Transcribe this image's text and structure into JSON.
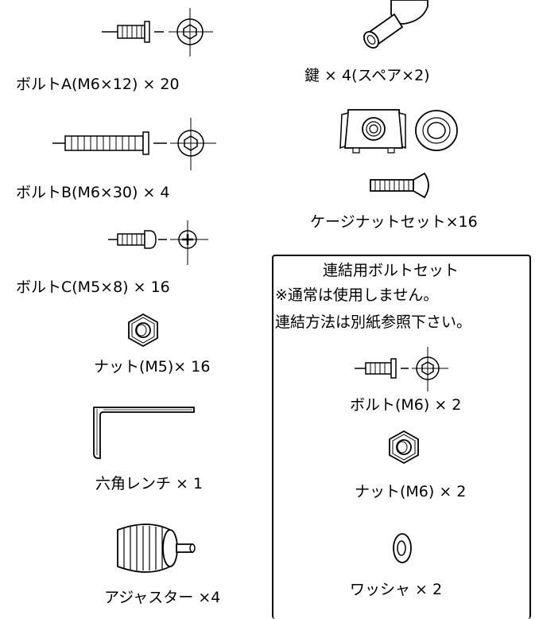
{
  "parts_left": [
    {
      "id": "bolt-a",
      "label": "ボルトA(M6×12) × 20"
    },
    {
      "id": "bolt-b",
      "label": "ボルトB(M6×30) × 4"
    },
    {
      "id": "bolt-c",
      "label": "ボルトC(M5×8) × 16"
    },
    {
      "id": "nut-m5",
      "label": "ナット(M5)× 16"
    },
    {
      "id": "hex-wrench",
      "label": "六角レンチ × 1"
    },
    {
      "id": "adjuster",
      "label": "アジャスター ×4"
    }
  ],
  "parts_right": [
    {
      "id": "key",
      "label": "鍵 × 4(スペア×2)"
    },
    {
      "id": "cage-nut-set",
      "label": "ケージナットセット×16"
    }
  ],
  "connect_box": {
    "title": "連結用ボルトセット",
    "note1": "※通常は使用しません。",
    "note2": "連結方法は別紙参照下さい。",
    "items": [
      {
        "id": "bolt-m6",
        "label": "ボルト(M6) × 2"
      },
      {
        "id": "nut-m6",
        "label": "ナット(M6) × 2"
      },
      {
        "id": "washer",
        "label": "ワッシャ × 2"
      }
    ]
  }
}
